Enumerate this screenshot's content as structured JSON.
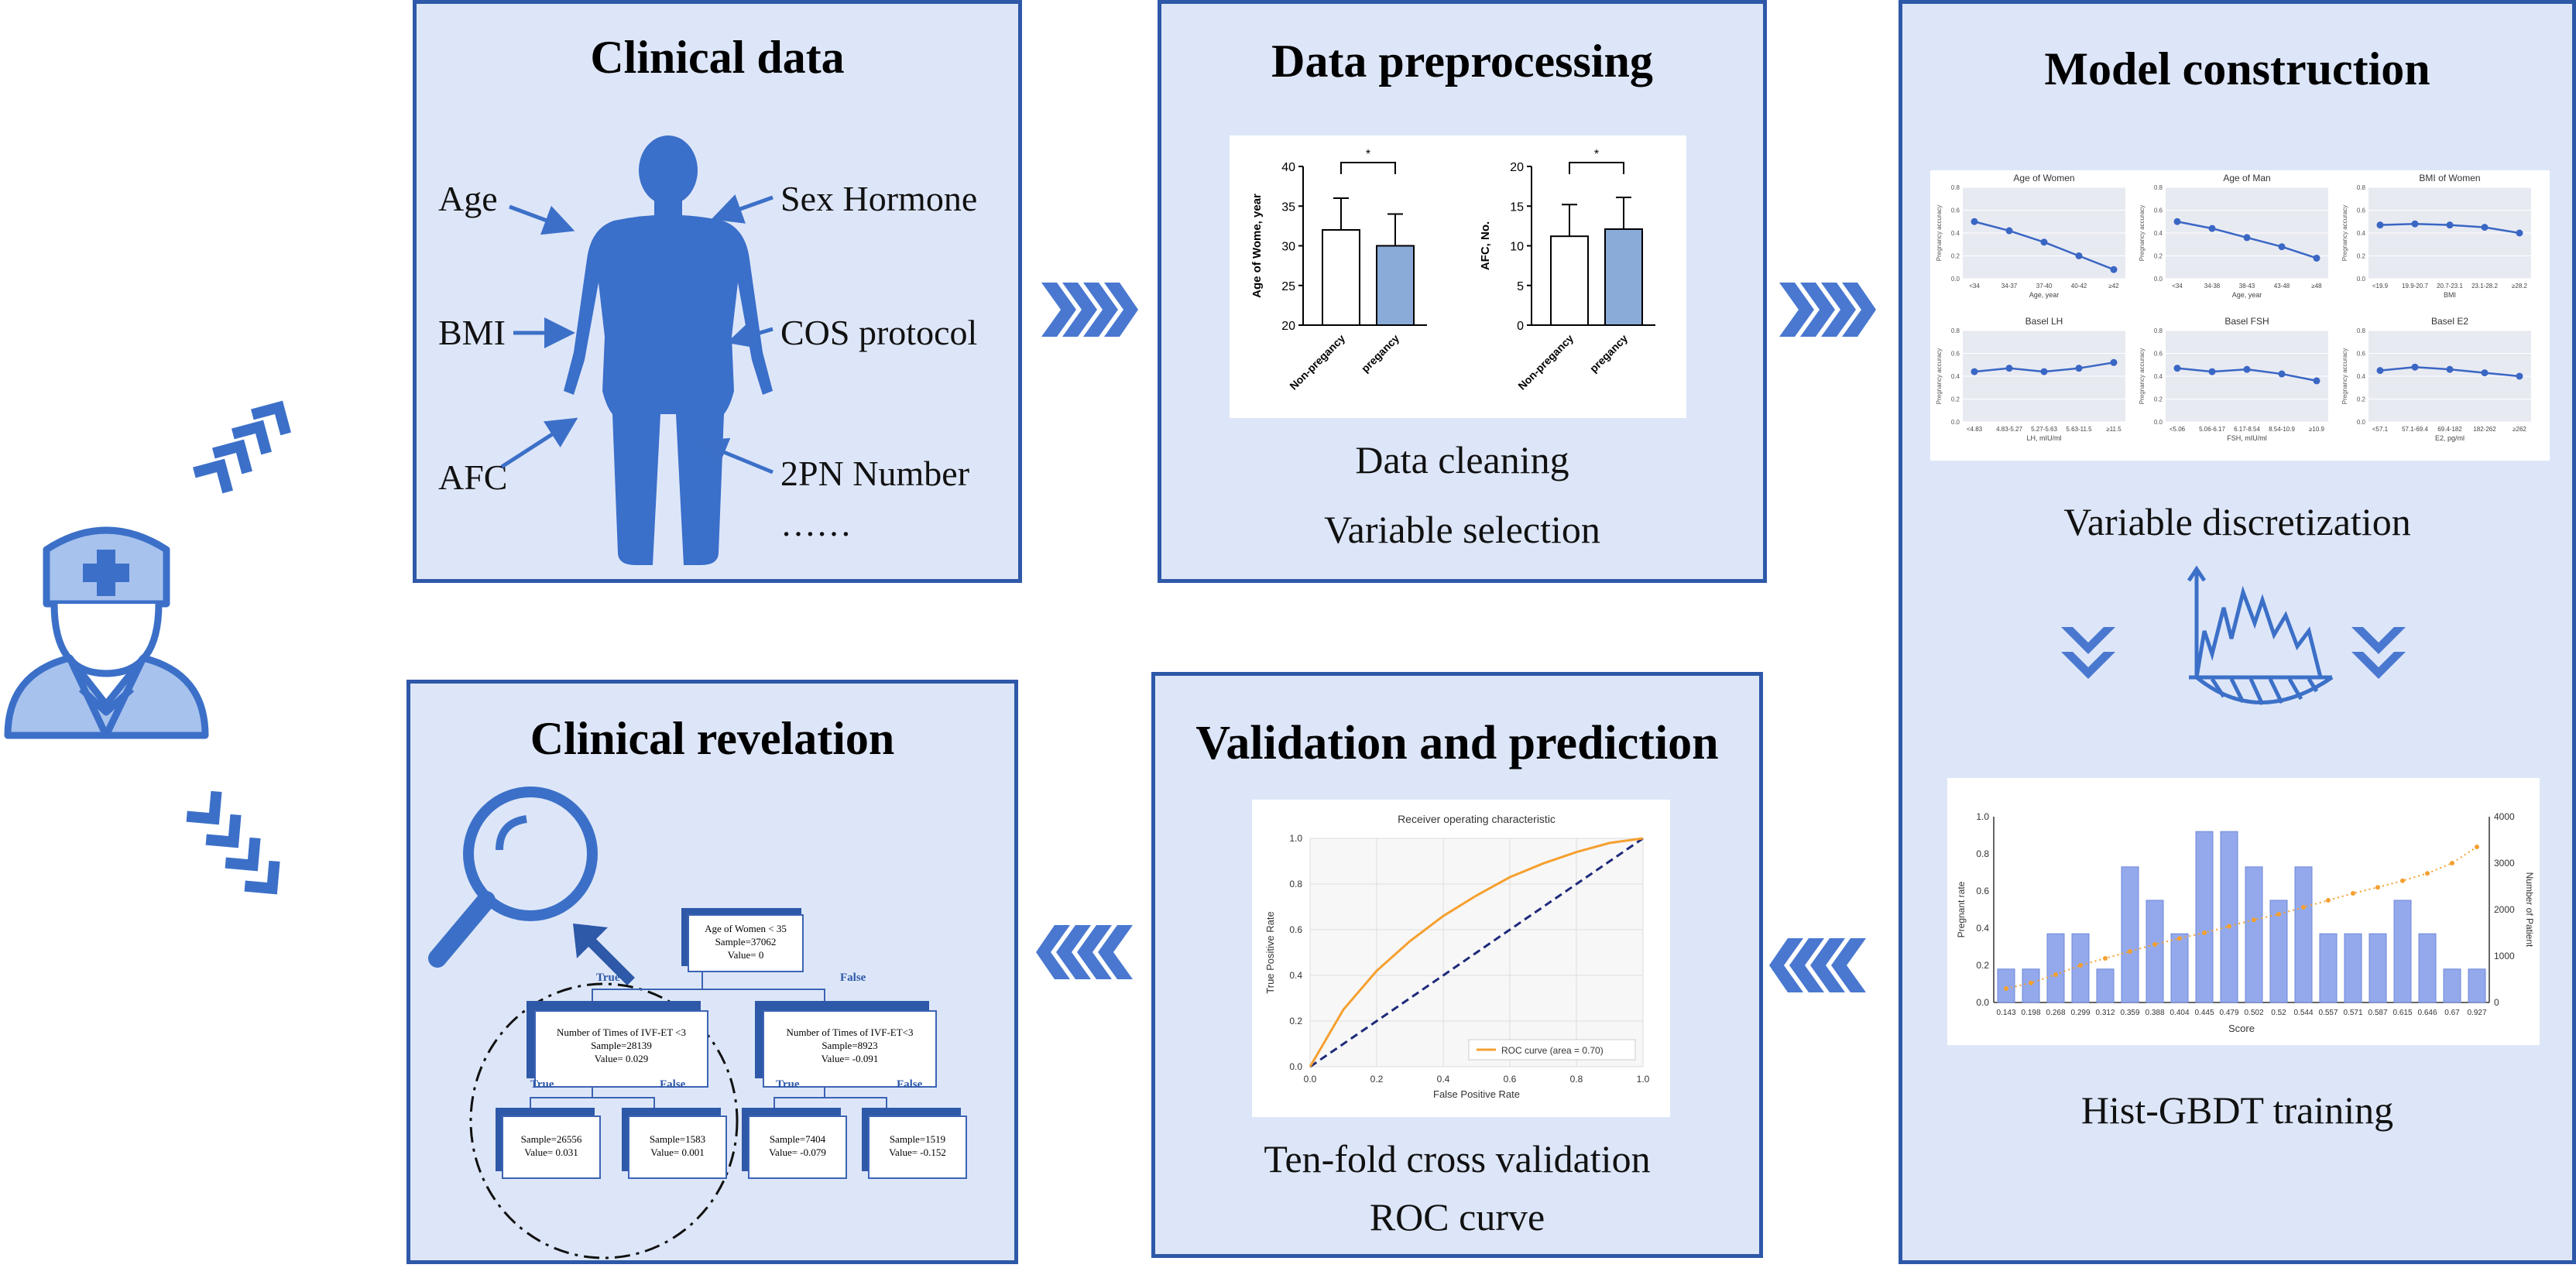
{
  "colors": {
    "accent": "#2e58a8",
    "panel_bg": "#dde6f8",
    "arrow": "#4a78d0",
    "orange": "#f5a030"
  },
  "panels": {
    "clinical_data": {
      "title": "Clinical data",
      "labels": {
        "age": "Age",
        "bmi": "BMI",
        "afc": "AFC",
        "sex_hormone": "Sex Hormone",
        "cos": "COS protocol",
        "pn": "2PN Number",
        "more": "……"
      }
    },
    "preprocessing": {
      "title": "Data preprocessing",
      "steps": [
        "Data cleaning",
        "Variable selection"
      ],
      "chart_a": {
        "ylabel": "Age of Wome, year",
        "ticks": [
          "20",
          "25",
          "30",
          "35",
          "40"
        ],
        "categories": [
          "Non-pregancy",
          "pregancy"
        ],
        "sig": "*"
      },
      "chart_b": {
        "ylabel": "AFC, No.",
        "ticks": [
          "0",
          "5",
          "10",
          "15",
          "20"
        ],
        "categories": [
          "Non-pregancy",
          "pregancy"
        ],
        "sig": "*"
      }
    },
    "model": {
      "title": "Model construction",
      "step1": "Variable discretization",
      "step2": "Hist-GBDT training",
      "ylabel": "Pregnancy accuracy",
      "y_ticks": [
        "0.8",
        "0.6",
        "0.4",
        "0.2",
        "0.0"
      ],
      "small_charts": [
        {
          "title": "Age of Women",
          "xlabel": "Age, year",
          "ticks": [
            "<34",
            "34-37",
            "37-40",
            "40-42",
            "≥42"
          ]
        },
        {
          "title": "Age of Man",
          "xlabel": "Age, year",
          "ticks": [
            "<34",
            "34-38",
            "38-43",
            "43-48",
            "≥48"
          ]
        },
        {
          "title": "BMI of Women",
          "xlabel": "BMI",
          "ticks": [
            "<19.9",
            "19.9-20.7",
            "20.7-23.1",
            "23.1-28.2",
            "≥28.2"
          ]
        },
        {
          "title": "Basel LH",
          "xlabel": "LH, mIU/ml",
          "ticks": [
            "<4.83",
            "4.83-5.27",
            "5.27-5.63",
            "5.63-11.5",
            "≥11.5"
          ]
        },
        {
          "title": "Basel FSH",
          "xlabel": "FSH, mIU/ml",
          "ticks": [
            "<5.06",
            "5.06-6.17",
            "6.17-8.54",
            "8.54-10.9",
            "≥10.9"
          ]
        },
        {
          "title": "Basel E2",
          "xlabel": "E2, pg/ml",
          "ticks": [
            "<57.1",
            "57.1-69.4",
            "69.4-182",
            "182-262",
            "≥262"
          ]
        }
      ],
      "hist": {
        "xlabel": "Score",
        "ylabel_left": "Pregnant rate",
        "ylabel_right": "Number of Patient",
        "left_ticks": [
          "0.0",
          "0.2",
          "0.4",
          "0.6",
          "0.8",
          "1.0"
        ],
        "right_ticks": [
          "0",
          "1000",
          "2000",
          "3000",
          "4000"
        ],
        "x_ticks": [
          "0.143",
          "0.198",
          "0.268",
          "0.299",
          "0.312",
          "0.359",
          "0.388",
          "0.404",
          "0.445",
          "0.479",
          "0.502",
          "0.52",
          "0.544",
          "0.557",
          "0.571",
          "0.587",
          "0.615",
          "0.646",
          "0.67",
          "0.927"
        ]
      }
    },
    "validation": {
      "title": "Validation and prediction",
      "steps": [
        "Ten-fold cross validation",
        "ROC curve"
      ],
      "roc": {
        "title": "Receiver operating characteristic",
        "xlabel": "False Positive Rate",
        "ylabel": "True Positive Rate",
        "ticks": [
          "0.0",
          "0.2",
          "0.4",
          "0.6",
          "0.8",
          "1.0"
        ],
        "legend": "ROC curve (area = 0.70)"
      }
    },
    "revelation": {
      "title": "Clinical revelation",
      "tree": {
        "root": [
          "Age of Women  < 35",
          "Sample=37062",
          "Value= 0"
        ],
        "left": [
          "Number of Times of IVF-ET <3",
          "Sample=28139",
          "Value= 0.029"
        ],
        "right": [
          "Number of Times of IVF-ET<3",
          "Sample=8923",
          "Value= -0.091"
        ],
        "ll": [
          "Sample=26556",
          "Value= 0.031"
        ],
        "lr": [
          "Sample=1583",
          "Value= 0.001"
        ],
        "rl": [
          "Sample=7404",
          "Value= -0.079"
        ],
        "rr": [
          "Sample=1519",
          "Value= -0.152"
        ],
        "true": "True",
        "false": "False"
      }
    }
  },
  "chart_data": [
    {
      "type": "bar",
      "categories": [
        "Non-pregancy",
        "pregancy"
      ],
      "values": [
        32,
        30
      ],
      "ylabel": "Age of Wome, year",
      "ylim": [
        20,
        40
      ]
    },
    {
      "type": "bar",
      "categories": [
        "Non-pregancy",
        "pregancy"
      ],
      "values": [
        11.2,
        12.1
      ],
      "ylabel": "AFC, No.",
      "ylim": [
        0,
        20
      ]
    },
    {
      "type": "line",
      "title": "Age of Women",
      "categories": [
        "<34",
        "34-37",
        "37-40",
        "40-42",
        "≥42"
      ],
      "values": [
        0.5,
        0.42,
        0.32,
        0.2,
        0.08
      ],
      "ylim": [
        0,
        0.8
      ]
    },
    {
      "type": "line",
      "title": "Age of Man",
      "categories": [
        "<34",
        "34-38",
        "38-43",
        "43-48",
        "≥48"
      ],
      "values": [
        0.5,
        0.44,
        0.36,
        0.28,
        0.18
      ],
      "ylim": [
        0,
        0.8
      ]
    },
    {
      "type": "line",
      "title": "BMI of Women",
      "categories": [
        "<19.9",
        "19.9-20.7",
        "20.7-23.1",
        "23.1-28.2",
        "≥28.2"
      ],
      "values": [
        0.47,
        0.48,
        0.47,
        0.45,
        0.4
      ],
      "ylim": [
        0,
        0.8
      ]
    },
    {
      "type": "line",
      "title": "Basel LH",
      "categories": [
        "<4.83",
        "4.83-5.27",
        "5.27-5.63",
        "5.63-11.5",
        "≥11.5"
      ],
      "values": [
        0.44,
        0.47,
        0.44,
        0.47,
        0.52
      ],
      "ylim": [
        0,
        0.8
      ]
    },
    {
      "type": "line",
      "title": "Basel FSH",
      "categories": [
        "<5.06",
        "5.06-6.17",
        "6.17-8.54",
        "8.54-10.9",
        "≥10.9"
      ],
      "values": [
        0.47,
        0.44,
        0.46,
        0.42,
        0.36
      ],
      "ylim": [
        0,
        0.8
      ]
    },
    {
      "type": "line",
      "title": "Basel E2",
      "categories": [
        "<57.1",
        "57.1-69.4",
        "69.4-182",
        "182-262",
        "≥262"
      ],
      "values": [
        0.45,
        0.48,
        0.46,
        0.43,
        0.4
      ],
      "ylim": [
        0,
        0.8
      ]
    },
    {
      "type": "bar",
      "title": "Hist-GBDT",
      "xlabel": "Score",
      "ylabel": "Pregnant rate",
      "categories": [
        "0.143",
        "0.198",
        "0.268",
        "0.299",
        "0.312",
        "0.359",
        "0.388",
        "0.404",
        "0.445",
        "0.479",
        "0.502",
        "0.52",
        "0.544",
        "0.557",
        "0.571",
        "0.587",
        "0.615",
        "0.646",
        "0.67",
        "0.927"
      ],
      "values": [
        0.18,
        0.18,
        0.37,
        0.37,
        0.18,
        0.73,
        0.55,
        0.37,
        0.92,
        0.92,
        0.73,
        0.55,
        0.73,
        0.37,
        0.37,
        0.37,
        0.55,
        0.37,
        0.18,
        0.18
      ],
      "line_values": [
        300,
        420,
        600,
        800,
        950,
        1100,
        1250,
        1380,
        1500,
        1640,
        1780,
        1900,
        2050,
        2200,
        2350,
        2480,
        2620,
        2780,
        3000,
        3350
      ],
      "ylim": [
        0,
        1.0
      ],
      "y2lim": [
        0,
        4000
      ]
    },
    {
      "type": "line",
      "title": "Receiver operating characteristic",
      "xlabel": "False Positive Rate",
      "ylabel": "True Positive Rate",
      "series": [
        {
          "name": "ROC curve (area = 0.70)",
          "x": [
            0,
            0.1,
            0.2,
            0.3,
            0.4,
            0.5,
            0.6,
            0.7,
            0.8,
            0.9,
            1.0
          ],
          "y": [
            0,
            0.25,
            0.42,
            0.55,
            0.66,
            0.75,
            0.83,
            0.89,
            0.94,
            0.98,
            1.0
          ]
        }
      ],
      "xlim": [
        0,
        1
      ],
      "ylim": [
        0,
        1
      ]
    }
  ]
}
